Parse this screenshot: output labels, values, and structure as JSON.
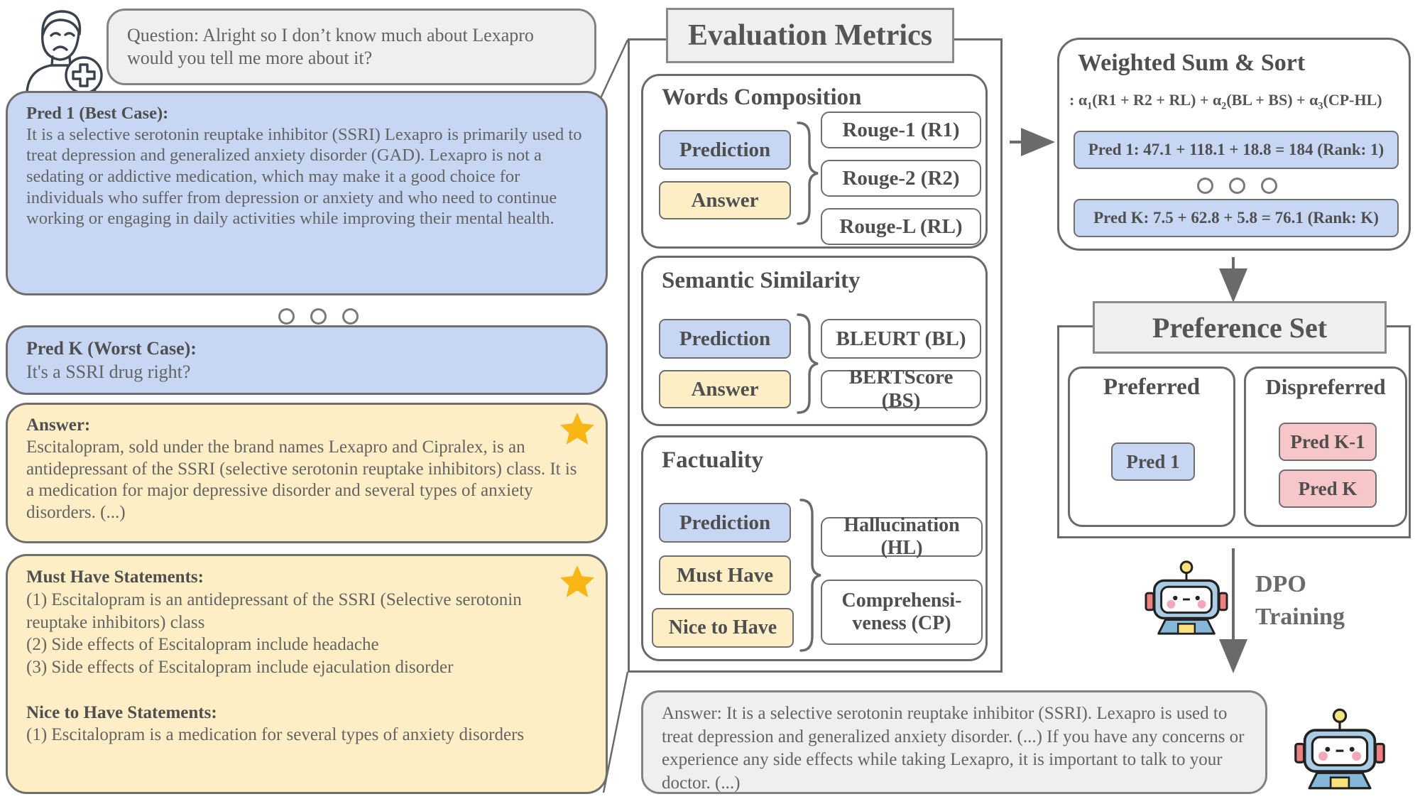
{
  "question": {
    "text": "Question: Alright so I don’t know much about Lexapro would you tell me more about it?"
  },
  "pred1": {
    "title": "Pred 1 (Best Case):",
    "body": "It is a selective serotonin reuptake inhibitor (SSRI) Lexapro is primarily used to treat depression and generalized anxiety disorder (GAD). Lexapro is not a sedating or addictive medication, which may make it a good choice for individuals who suffer from depression or anxiety and who need to continue working or engaging in daily activities while improving their mental health."
  },
  "predK": {
    "title": "Pred K (Worst Case):",
    "body": "It's a SSRI drug right?"
  },
  "answer": {
    "title": "Answer:",
    "body": "Escitalopram, sold under the brand names Lexapro and Cipralex, is an antidepressant of the SSRI (selective serotonin reuptake inhibitors) class. It is a medication for major depressive disorder and several types of anxiety disorders. (...)"
  },
  "statements": {
    "must_title": "Must Have Statements:",
    "must_items": [
      "(1) Escitalopram is an antidepressant of the SSRI (Selective serotonin reuptake inhibitors) class",
      "(2) Side effects of Escitalopram include headache",
      "(3) Side effects of Escitalopram include ejaculation disorder"
    ],
    "nice_title": "Nice to Have Statements:",
    "nice_items": [
      "(1) Escitalopram is a medication for several types of anxiety disorders"
    ]
  },
  "evaluation": {
    "title": "Evaluation Metrics",
    "words": {
      "heading": "Words Composition",
      "inputs": [
        "Prediction",
        "Answer"
      ],
      "metrics": [
        "Rouge-1 (R1)",
        "Rouge-2 (R2)",
        "Rouge-L (RL)"
      ]
    },
    "semantic": {
      "heading": "Semantic Similarity",
      "inputs": [
        "Prediction",
        "Answer"
      ],
      "metrics": [
        "BLEURT (BL)",
        "BERTScore (BS)"
      ]
    },
    "factuality": {
      "heading": "Factuality",
      "inputs": [
        "Prediction",
        "Must Have",
        "Nice to Have"
      ],
      "metrics": [
        "Hallucination (HL)",
        "Comprehensi&shy;veness (CP)"
      ],
      "metric2_line1": "Comprehensi-",
      "metric2_line2": "veness (CP)"
    }
  },
  "weighted": {
    "title": "Weighted Sum & Sort",
    "formula": [
      ": α",
      "1",
      "(R1 + R2 + RL) + α",
      "2",
      "(BL + BS) + α",
      "3",
      "(CP-HL)"
    ],
    "pred1_line": "Pred 1: 47.1 + 118.1 + 18.8 = 184 (Rank: 1)",
    "predK_line": "Pred K: 7.5 + 62.8 + 5.8 = 76.1 (Rank: K)"
  },
  "preference": {
    "title": "Preference Set",
    "preferred": {
      "heading": "Preferred",
      "item": "Pred 1"
    },
    "dispreferred": {
      "heading": "Dispreferred",
      "items": [
        "Pred K-1",
        "Pred K"
      ]
    }
  },
  "dpo": {
    "label": "DPO Training"
  },
  "final_answer": {
    "text": "Answer: It is a selective serotonin reuptake inhibitor (SSRI). Lexapro is used to treat depression and generalized anxiety disorder. (...) If you have any concerns or experience any side effects while taking Lexapro, it is important to talk to your doctor. (...)"
  },
  "icons": {
    "patient": "patient-plus-icon",
    "star": "star-icon",
    "robot": "robot-icon"
  },
  "colors": {
    "blue": "#c7d6f2",
    "yellow": "#fdeec6",
    "pink": "#f6c6c9",
    "gray_box": "#efefef",
    "border": "#6a6a6a",
    "star": "#f9b514",
    "text": "#5e5e5e"
  }
}
